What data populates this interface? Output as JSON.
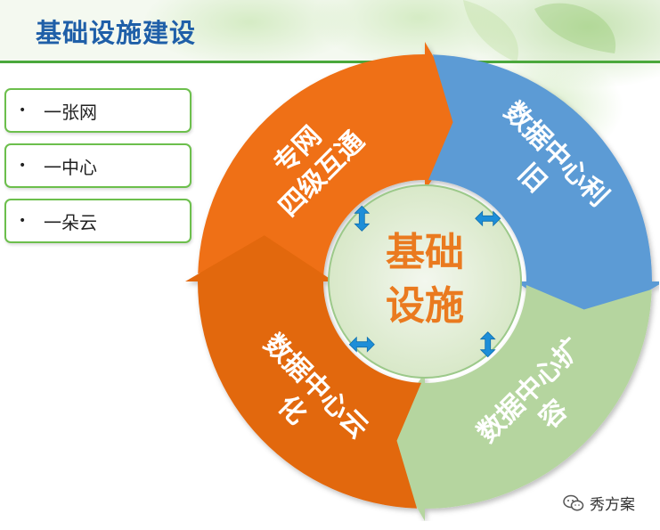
{
  "title": "基础设施建设",
  "bullets": [
    "一张网",
    "一中心",
    "一朵云"
  ],
  "cycle": {
    "center": [
      "基础",
      "设施"
    ],
    "segments": [
      {
        "lines": [
          "专网",
          "四级互通"
        ],
        "color": "#ef6f13"
      },
      {
        "lines": [
          "数据中心利",
          "旧"
        ],
        "color": "#5b9bd5"
      },
      {
        "lines": [
          "数据中心扩",
          "容"
        ],
        "color": "#b5d59f"
      },
      {
        "lines": [
          "数据中心云",
          "化"
        ],
        "color": "#e2670f"
      }
    ]
  },
  "footer": {
    "brand": "秀方案",
    "icon": "wechat-icon"
  }
}
